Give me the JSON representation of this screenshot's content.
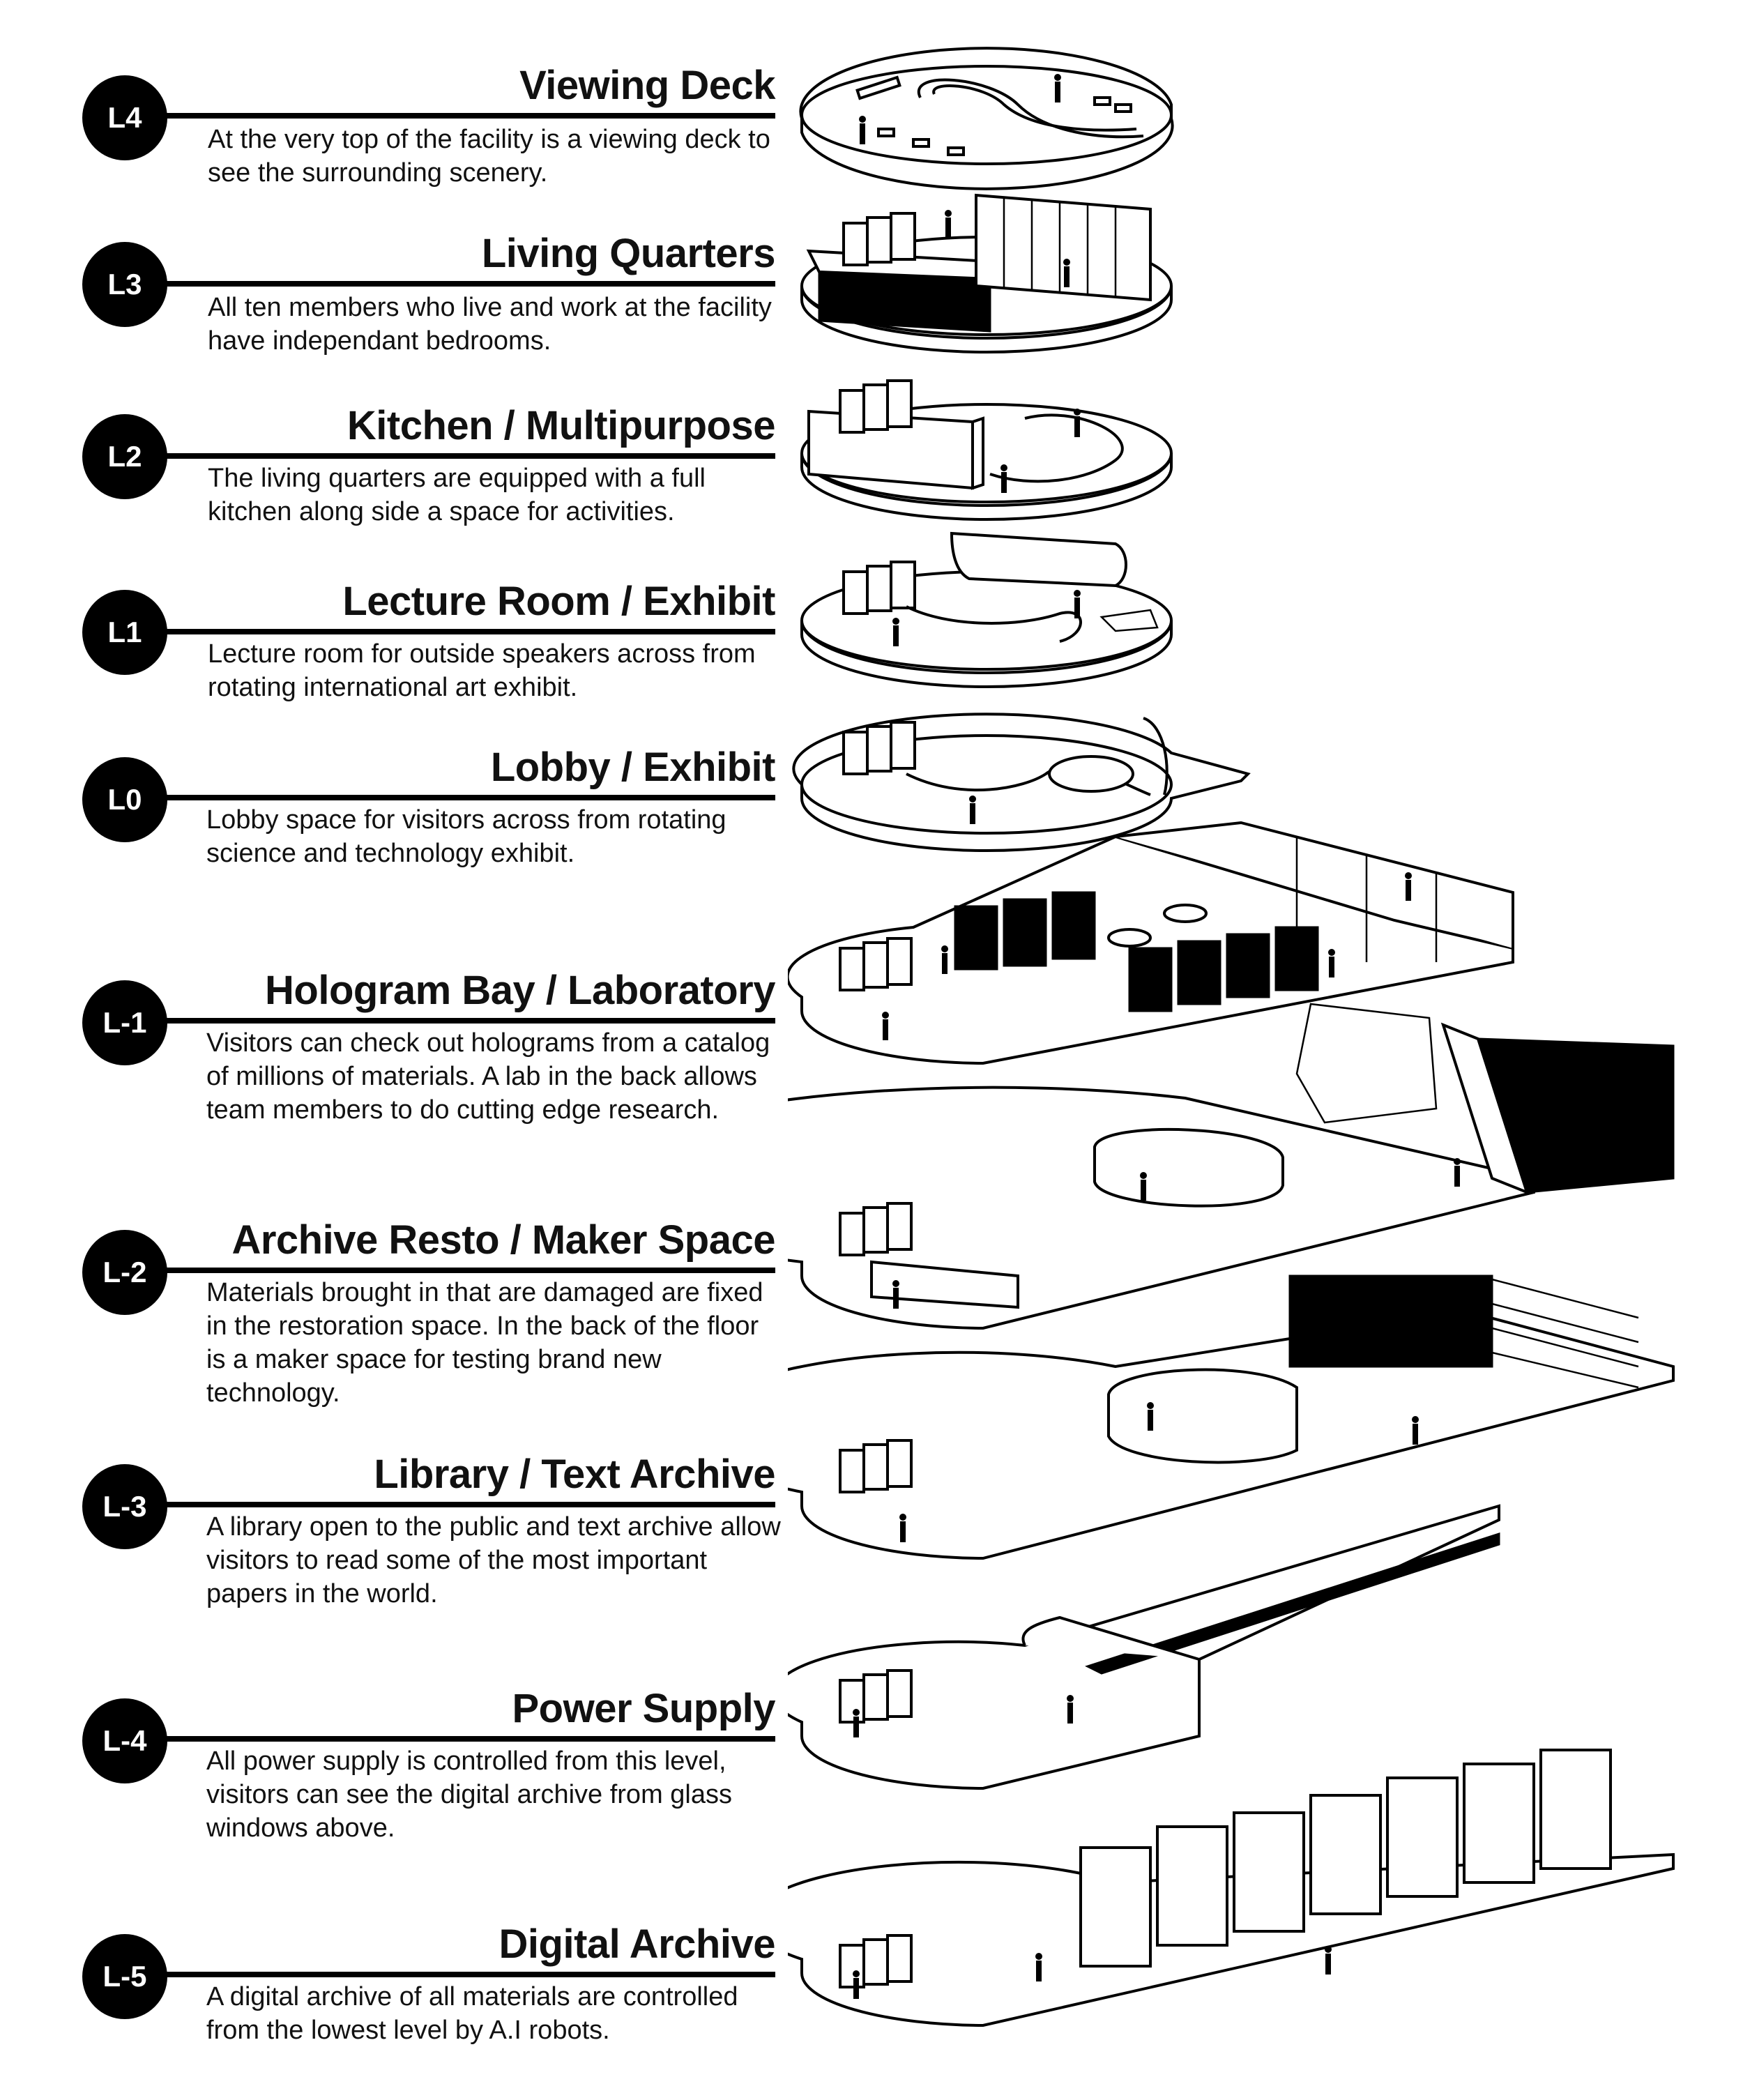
{
  "levels": [
    {
      "code": "L4",
      "title": "Viewing Deck",
      "description": "At the very top of the facility is a viewing deck to see the surrounding scenery."
    },
    {
      "code": "L3",
      "title": "Living Quarters",
      "description": "All ten members who live and work at the facility have independant bedrooms."
    },
    {
      "code": "L2",
      "title": "Kitchen / Multipurpose",
      "description": "The living quarters are equipped with a full kitchen along side a space for activities."
    },
    {
      "code": "L1",
      "title": "Lecture Room / Exhibit",
      "description": "Lecture room for outside speakers across from rotating international art exhibit."
    },
    {
      "code": "L0",
      "title": "Lobby / Exhibit",
      "description": "Lobby space for visitors across from rotating science and technology exhibit."
    },
    {
      "code": "L-1",
      "title": "Hologram Bay / Laboratory",
      "description": "Visitors can check out holograms from a catalog of millions of materials. A lab in the back allows team members to do cutting edge research."
    },
    {
      "code": "L-2",
      "title": "Archive Resto / Maker Space",
      "description": "Materials brought in that are damaged are fixed in the restoration space. In the back of the floor is a maker space for testing brand new technology."
    },
    {
      "code": "L-3",
      "title": "Library / Text Archive",
      "description": "A library open to the public and text archive allow visitors to read some of the most important papers in the world."
    },
    {
      "code": "L-4",
      "title": "Power Supply",
      "description": "All power supply is controlled from this level, visitors can see the digital archive from glass windows above."
    },
    {
      "code": "L-5",
      "title": "Digital Archive",
      "description": "A digital archive of all materials are controlled from the lowest level by A.I robots."
    }
  ]
}
